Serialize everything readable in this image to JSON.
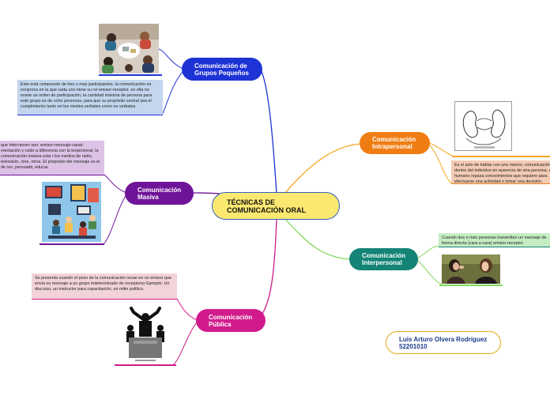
{
  "central": {
    "title": "TÉCNICAS DE COMUNICACIÓN ORAL"
  },
  "branches": {
    "grupos": {
      "label": "Comunicación de Grupos Pequeños",
      "note": "Este está compuesto de tres o mas participantes, la comunicación es reciproca en la que cada uno tiene su rol emisor-receptor, en ella no existe un orden de participación, la cantidad máxima de persona para este grupo es de ocho personas, para que su propósito central sea el cumplimiento tanto en los niveles verbales como no verbales.",
      "image_icon": "group-meeting-photo"
    },
    "masiva": {
      "label": "Comunicación Masiva",
      "note": "que intervienen son: emisor-mensaje-canal-mentación y ruido a diferencia con la terpersonal, la comunicación masiva esta r los medios de radio, televisión, cine, otros. El propósito del mensaje es el de ner, persuadir, educar.",
      "image_icon": "mass-media-illustration"
    },
    "publica": {
      "label": "Comunicación Pública",
      "note": "Se presenta cuando el peso de la comunicación recae en un emisor que envía su mensaje a un grupo indeterminado de receptores Ejemplo: Un discurso, un instructor para capacitación, un mitin político.",
      "image_icon": "speaker-podium-photo"
    },
    "intra": {
      "label": "Comunicación Intrapersonal",
      "note": "Es el acto de hablar con uno mismo, comunicación dentro del individuo en ausencia de otra persona, el humano repasa conocimientos que requiere para efectuarse una actividad o tomar una decisión.",
      "image_icon": "self-talk-sketch"
    },
    "inter": {
      "label": "Comunicación Interpersonal",
      "note": "Cuando dos o más personas transmiten un mensaje de forma directa (cara a cara) emisor-receptor.",
      "image_icon": "two-women-whisper-photo"
    }
  },
  "author": {
    "name": "Luis Arturo Olvera Rodríguez",
    "id": "52201010"
  },
  "colors": {
    "central_fill": "#fbe870",
    "central_border": "#3060c0",
    "grupos": "#1e33d6",
    "masiva": "#6f1498",
    "publica": "#d11b8c",
    "intra": "#f07d14",
    "inter": "#138476",
    "intra_line": "#f5a623",
    "inter_line": "#7ed957",
    "author_border": "#e8a516"
  }
}
